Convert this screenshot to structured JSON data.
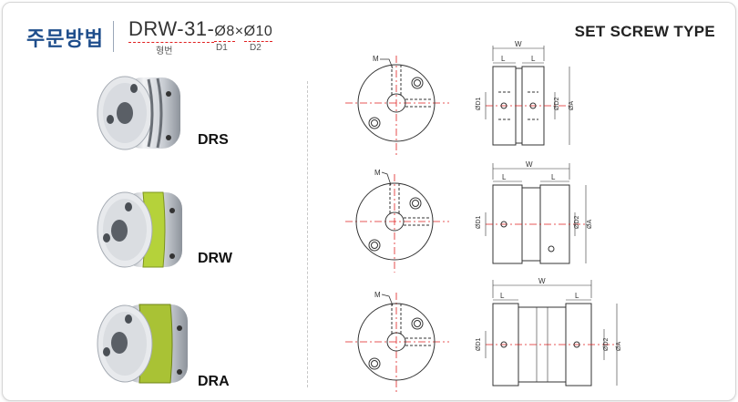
{
  "header": {
    "title": "주문방법",
    "model_prefix": "DRW-31-",
    "d1": "Ø8",
    "times": "×",
    "d2": "Ø10",
    "label_model": "형번",
    "label_d1": "D1",
    "label_d2": "D2",
    "type": "SET SCREW TYPE"
  },
  "products": [
    {
      "name": "DRS",
      "spacer_color": "#c8c8c8"
    },
    {
      "name": "DRW",
      "spacer_color": "#b5d23a"
    },
    {
      "name": "DRA",
      "spacer_color": "#a9c235"
    }
  ],
  "dims": {
    "m": "M",
    "w": "W",
    "l": "L",
    "d1": "ØD1",
    "d2": "ØD2",
    "a": "ØA"
  },
  "colors": {
    "accent": "#1f4e8c",
    "centerline": "#e02020",
    "dash": "#e02020"
  }
}
